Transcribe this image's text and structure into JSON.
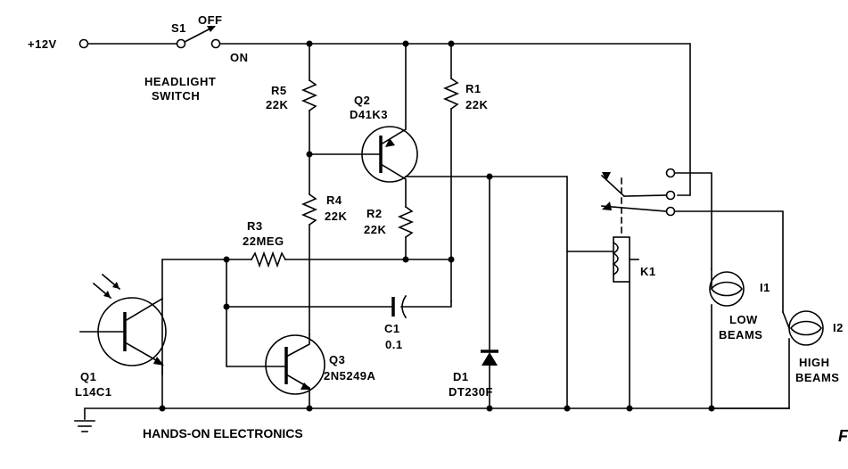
{
  "supply": {
    "label": "+12V"
  },
  "switch": {
    "ref": "S1",
    "off_label": "OFF",
    "on_label": "ON",
    "name_line1": "HEADLIGHT",
    "name_line2": "SWITCH"
  },
  "resistors": {
    "r5": {
      "ref": "R5",
      "value": "22K"
    },
    "r1": {
      "ref": "R1",
      "value": "22K"
    },
    "r4": {
      "ref": "R4",
      "value": "22K"
    },
    "r2": {
      "ref": "R2",
      "value": "22K"
    },
    "r3": {
      "ref": "R3",
      "value": "22MEG"
    }
  },
  "transistors": {
    "q2": {
      "ref": "Q2",
      "part": "D41K3"
    },
    "q1": {
      "ref": "Q1",
      "part": "L14C1"
    },
    "q3": {
      "ref": "Q3",
      "part": "2N5249A"
    }
  },
  "capacitor": {
    "ref": "C1",
    "value": "0.1"
  },
  "diode": {
    "ref": "D1",
    "part": "DT230F"
  },
  "relay": {
    "ref": "K1"
  },
  "lamps": {
    "i1": {
      "ref": "I1",
      "line1": "LOW",
      "line2": "BEAMS"
    },
    "i2": {
      "ref": "I2",
      "line1": "HIGH",
      "line2": "BEAMS"
    }
  },
  "credit": "HANDS-ON ELECTRONICS",
  "figure_mark": "F"
}
